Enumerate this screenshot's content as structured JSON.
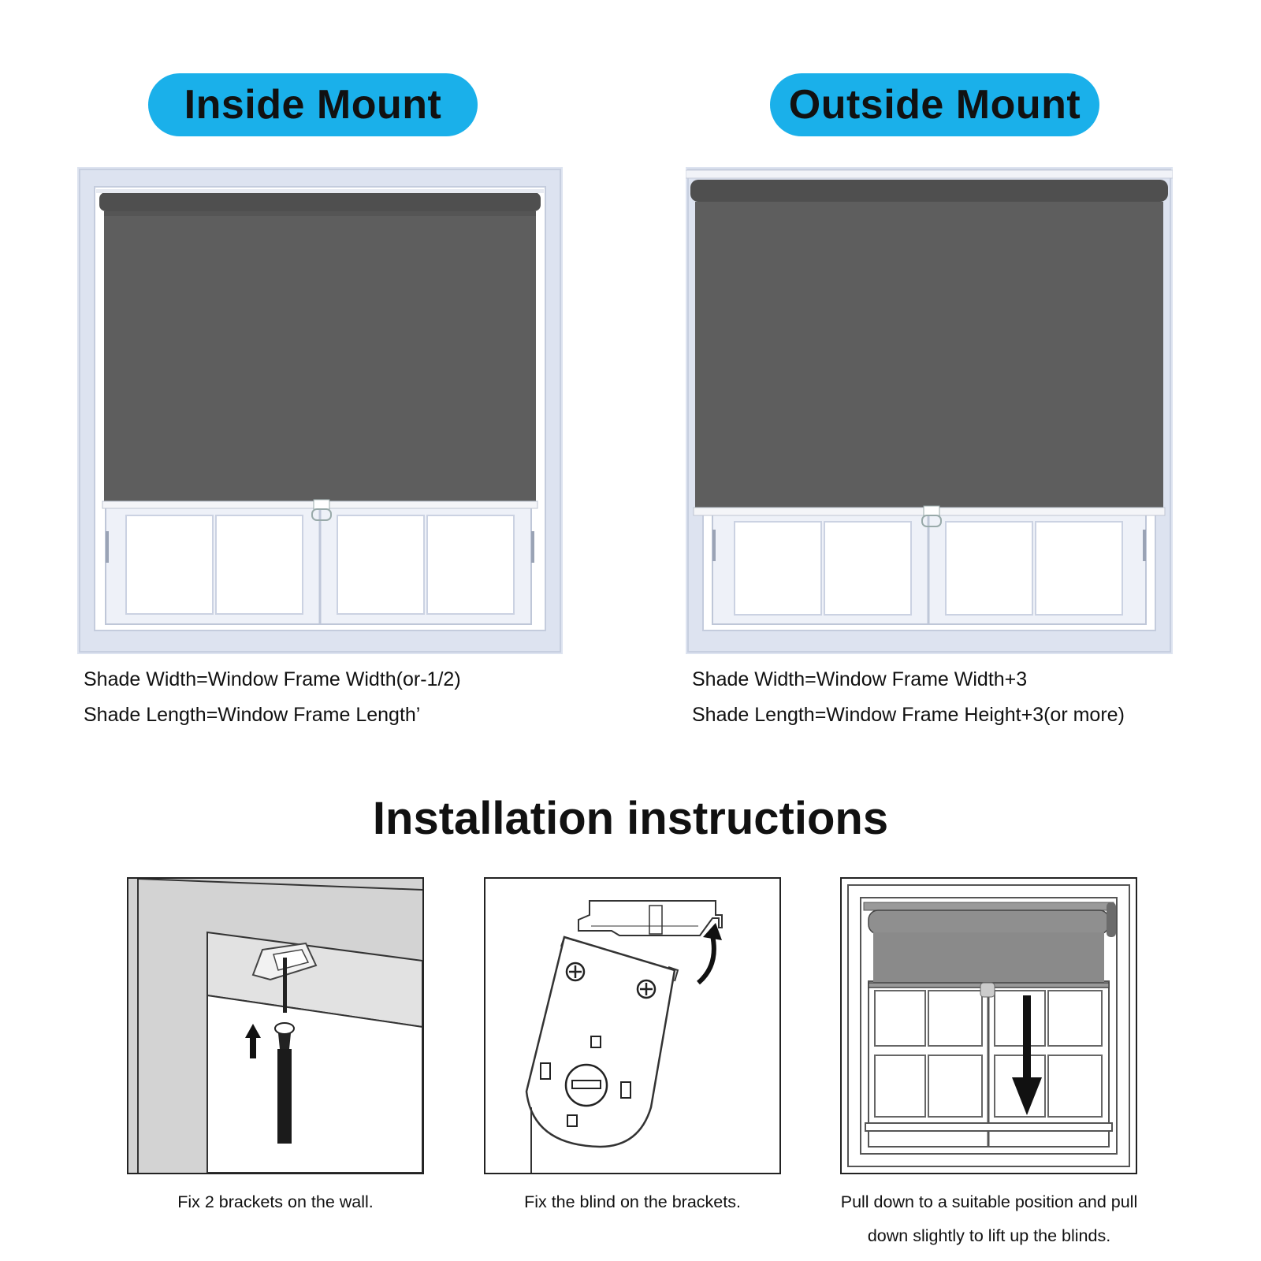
{
  "mounts": {
    "inside": {
      "label": "Inside Mount",
      "width_formula": "Shade Width=Window Frame Width(or-1/2)",
      "length_formula": "Shade Length=Window Frame Length’"
    },
    "outside": {
      "label": "Outside Mount",
      "width_formula": "Shade Width=Window Frame Width+3",
      "length_formula": "Shade Length=Window Frame Height+3(or more)"
    }
  },
  "instructions": {
    "title": "Installation instructions",
    "steps": [
      {
        "text": "Fix 2 brackets on the wall."
      },
      {
        "text": "Fix the blind on the brackets."
      },
      {
        "text_line1": "Pull down to a suitable position and pull",
        "text_line2": "down slightly to lift up the blinds."
      }
    ]
  },
  "colors": {
    "accent": "#1ab0ea",
    "shade": "#5e5e5e",
    "frame": "#dde3f0"
  },
  "icons": [
    "screwdriver-icon",
    "arrow-up-icon",
    "bracket-icon",
    "curved-arrow-icon",
    "arrow-down-icon"
  ]
}
